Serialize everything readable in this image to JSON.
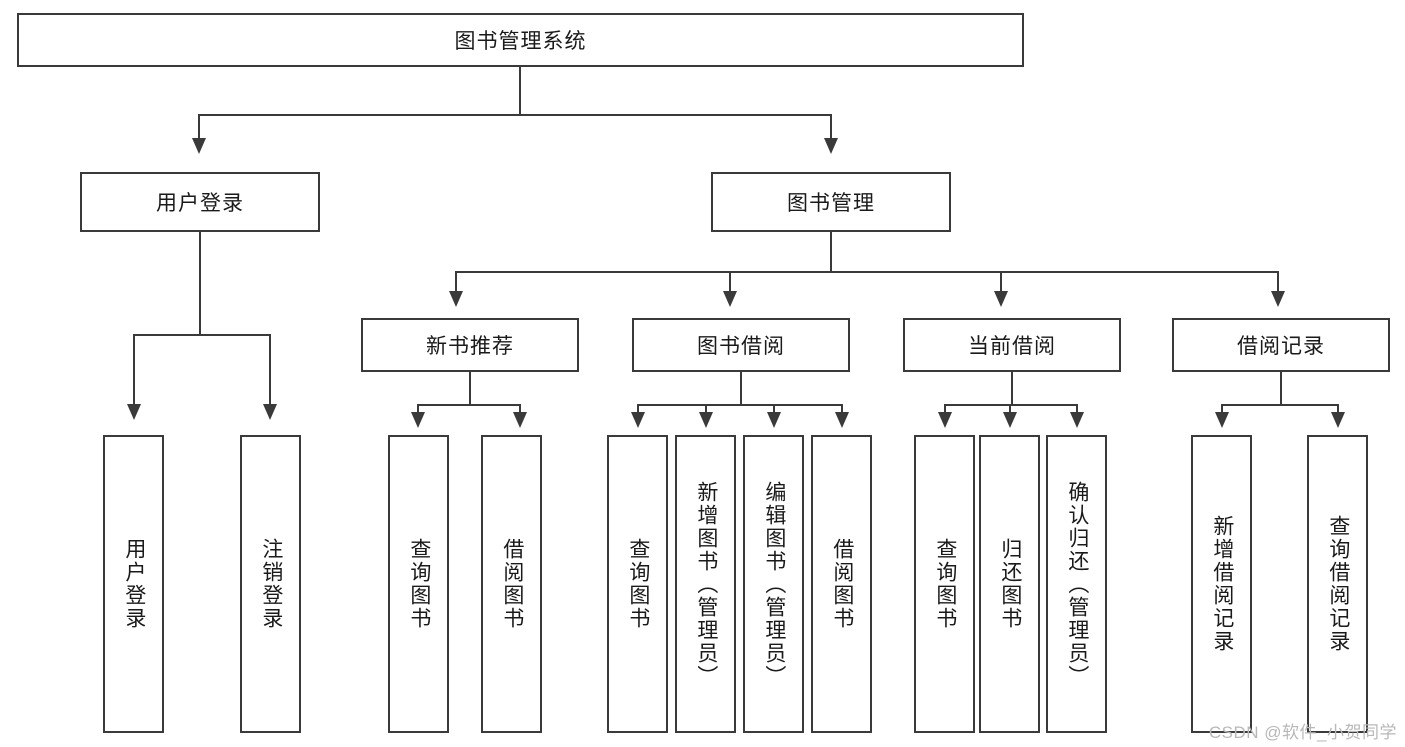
{
  "diagram": {
    "type": "tree-hierarchy",
    "title": "图书管理系统",
    "root": {
      "label": "图书管理系统"
    },
    "level2": [
      {
        "label": "用户登录"
      },
      {
        "label": "图书管理"
      }
    ],
    "level3": [
      {
        "label": "新书推荐"
      },
      {
        "label": "图书借阅"
      },
      {
        "label": "当前借阅"
      },
      {
        "label": "借阅记录"
      }
    ],
    "leaves": {
      "user_login": [
        {
          "label": "用户登录"
        },
        {
          "label": "注销登录"
        }
      ],
      "new_book_recommend": [
        {
          "label": "查询图书"
        },
        {
          "label": "借阅图书"
        }
      ],
      "book_borrow": [
        {
          "label": "查询图书"
        },
        {
          "label": "新增图书（管理员）"
        },
        {
          "label": "编辑图书（管理员）"
        },
        {
          "label": "借阅图书"
        }
      ],
      "current_borrow": [
        {
          "label": "查询图书"
        },
        {
          "label": "归还图书"
        },
        {
          "label": "确认归还（管理员）"
        }
      ],
      "borrow_records": [
        {
          "label": "新增借阅记录"
        },
        {
          "label": "查询借阅记录"
        }
      ]
    }
  },
  "watermark": {
    "text": "CSDN @软件_小贺同学"
  },
  "colors": {
    "stroke": "#3a3a3a",
    "background": "#ffffff",
    "text": "#1a1a1a",
    "watermark": "#b8b8b8"
  }
}
